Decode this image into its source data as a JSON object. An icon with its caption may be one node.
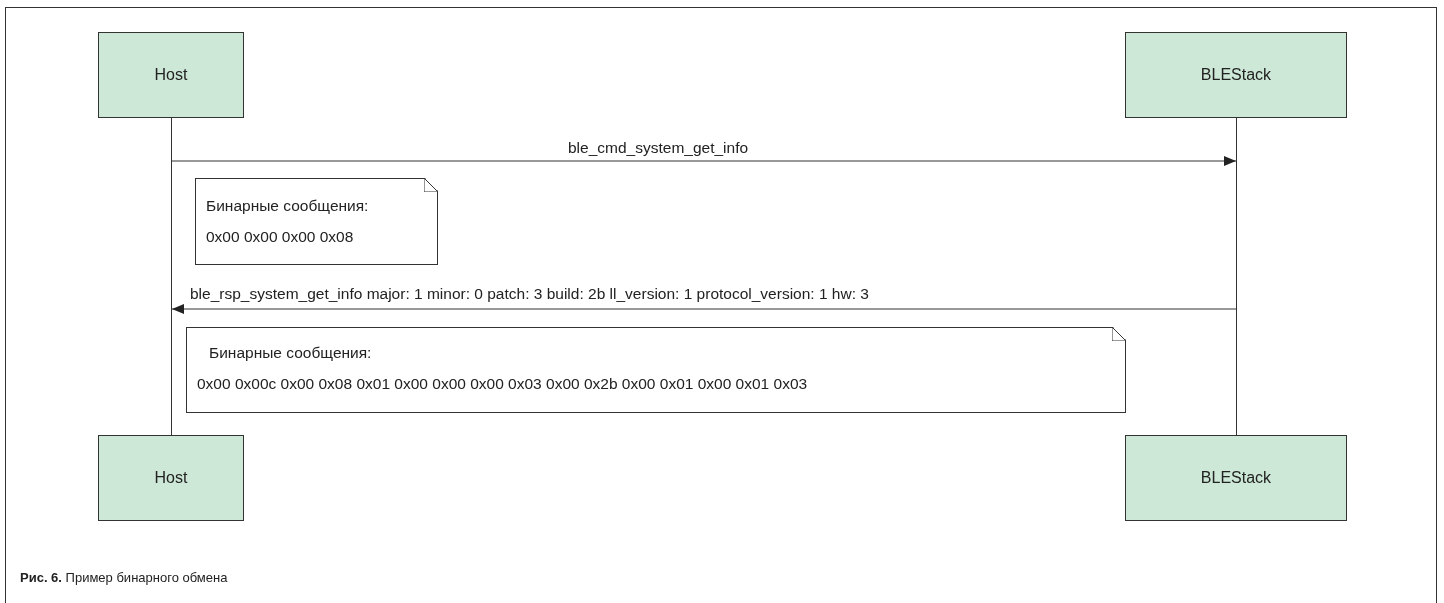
{
  "diagram": {
    "caption": "**Рис. 6.** Пример бинарного обмена",
    "nodes": [
      {
        "text": [
          "Host"
        ]
      },
      {
        "text": [
          "BLEStack"
        ]
      },
      {
        "text": [],
        "shape": "bar"
      },
      {
        "text": [],
        "shape": "bar"
      },
      {
        "text": [
          "Бинарные сообщения:",
          "0x00 0x00 0x00 0x08"
        ]
      },
      {
        "text": [
          "Бинарные сообщения:",
          "0x00 0x00c 0x00 0x08 0x01 0x00 0x00 0x00 0x03 0x00 0x2b 0x00 0x01 0x00 0x01 0x03"
        ]
      },
      {
        "text": [
          "Host"
        ]
      },
      {
        "text": [
          "BLEStack"
        ]
      }
    ],
    "edges": [
      {
        "from": 2,
        "to": 3,
        "arrow": "to",
        "label": "ble_cmd_system_get_info"
      },
      {
        "from": 3,
        "to": 2,
        "arrow": "to",
        "label": "ble_rsp_system_get_info major: 1 minor: 0 patch: 3 build: 2b ll_version: 1 protocol_version: 1 hw: 3"
      }
    ]
  }
}
